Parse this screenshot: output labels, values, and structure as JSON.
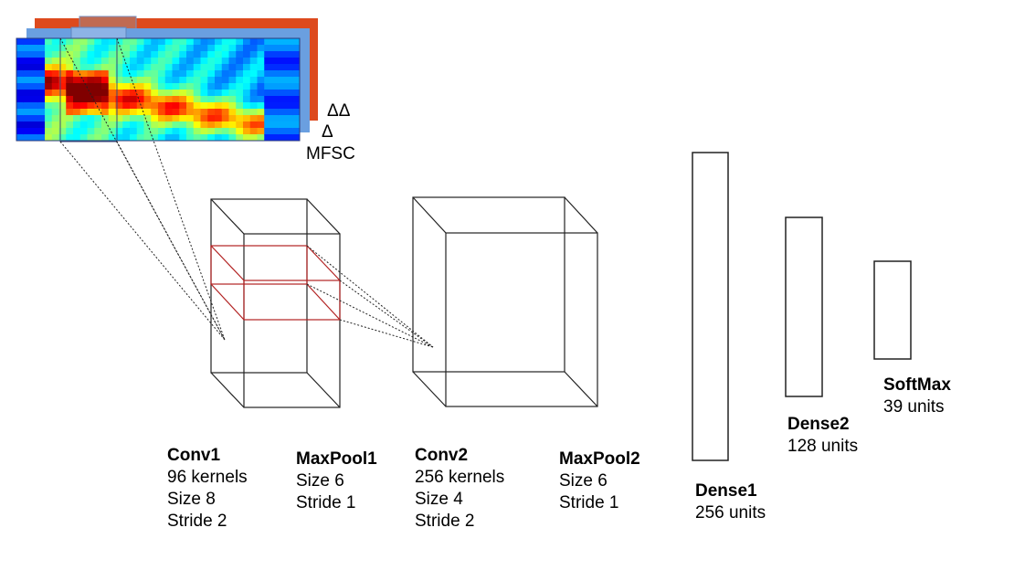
{
  "input": {
    "channels": [
      "ΔΔ",
      "Δ",
      "MFSC"
    ],
    "colors": {
      "delta_delta": "#dd4a1e",
      "delta": "#6a9fe0",
      "spectrogram_border": "#2c3a7a"
    }
  },
  "layers": [
    {
      "key": "conv1",
      "title": "Conv1",
      "lines": [
        "96 kernels",
        "Size 8",
        "Stride 2"
      ]
    },
    {
      "key": "maxpool1",
      "title": "MaxPool1",
      "lines": [
        "Size 6",
        "Stride 1"
      ]
    },
    {
      "key": "conv2",
      "title": "Conv2",
      "lines": [
        "256 kernels",
        "Size 4",
        "Stride 2"
      ]
    },
    {
      "key": "maxpool2",
      "title": "MaxPool2",
      "lines": [
        "Size 6",
        "Stride 1"
      ]
    },
    {
      "key": "dense1",
      "title": "Dense1",
      "lines": [
        "256 units"
      ]
    },
    {
      "key": "dense2",
      "title": "Dense2",
      "lines": [
        "128 units"
      ]
    },
    {
      "key": "softmax",
      "title": "SoftMax",
      "lines": [
        "39 units"
      ]
    }
  ],
  "colors": {
    "line": "#222222",
    "highlight": "#b22222"
  }
}
